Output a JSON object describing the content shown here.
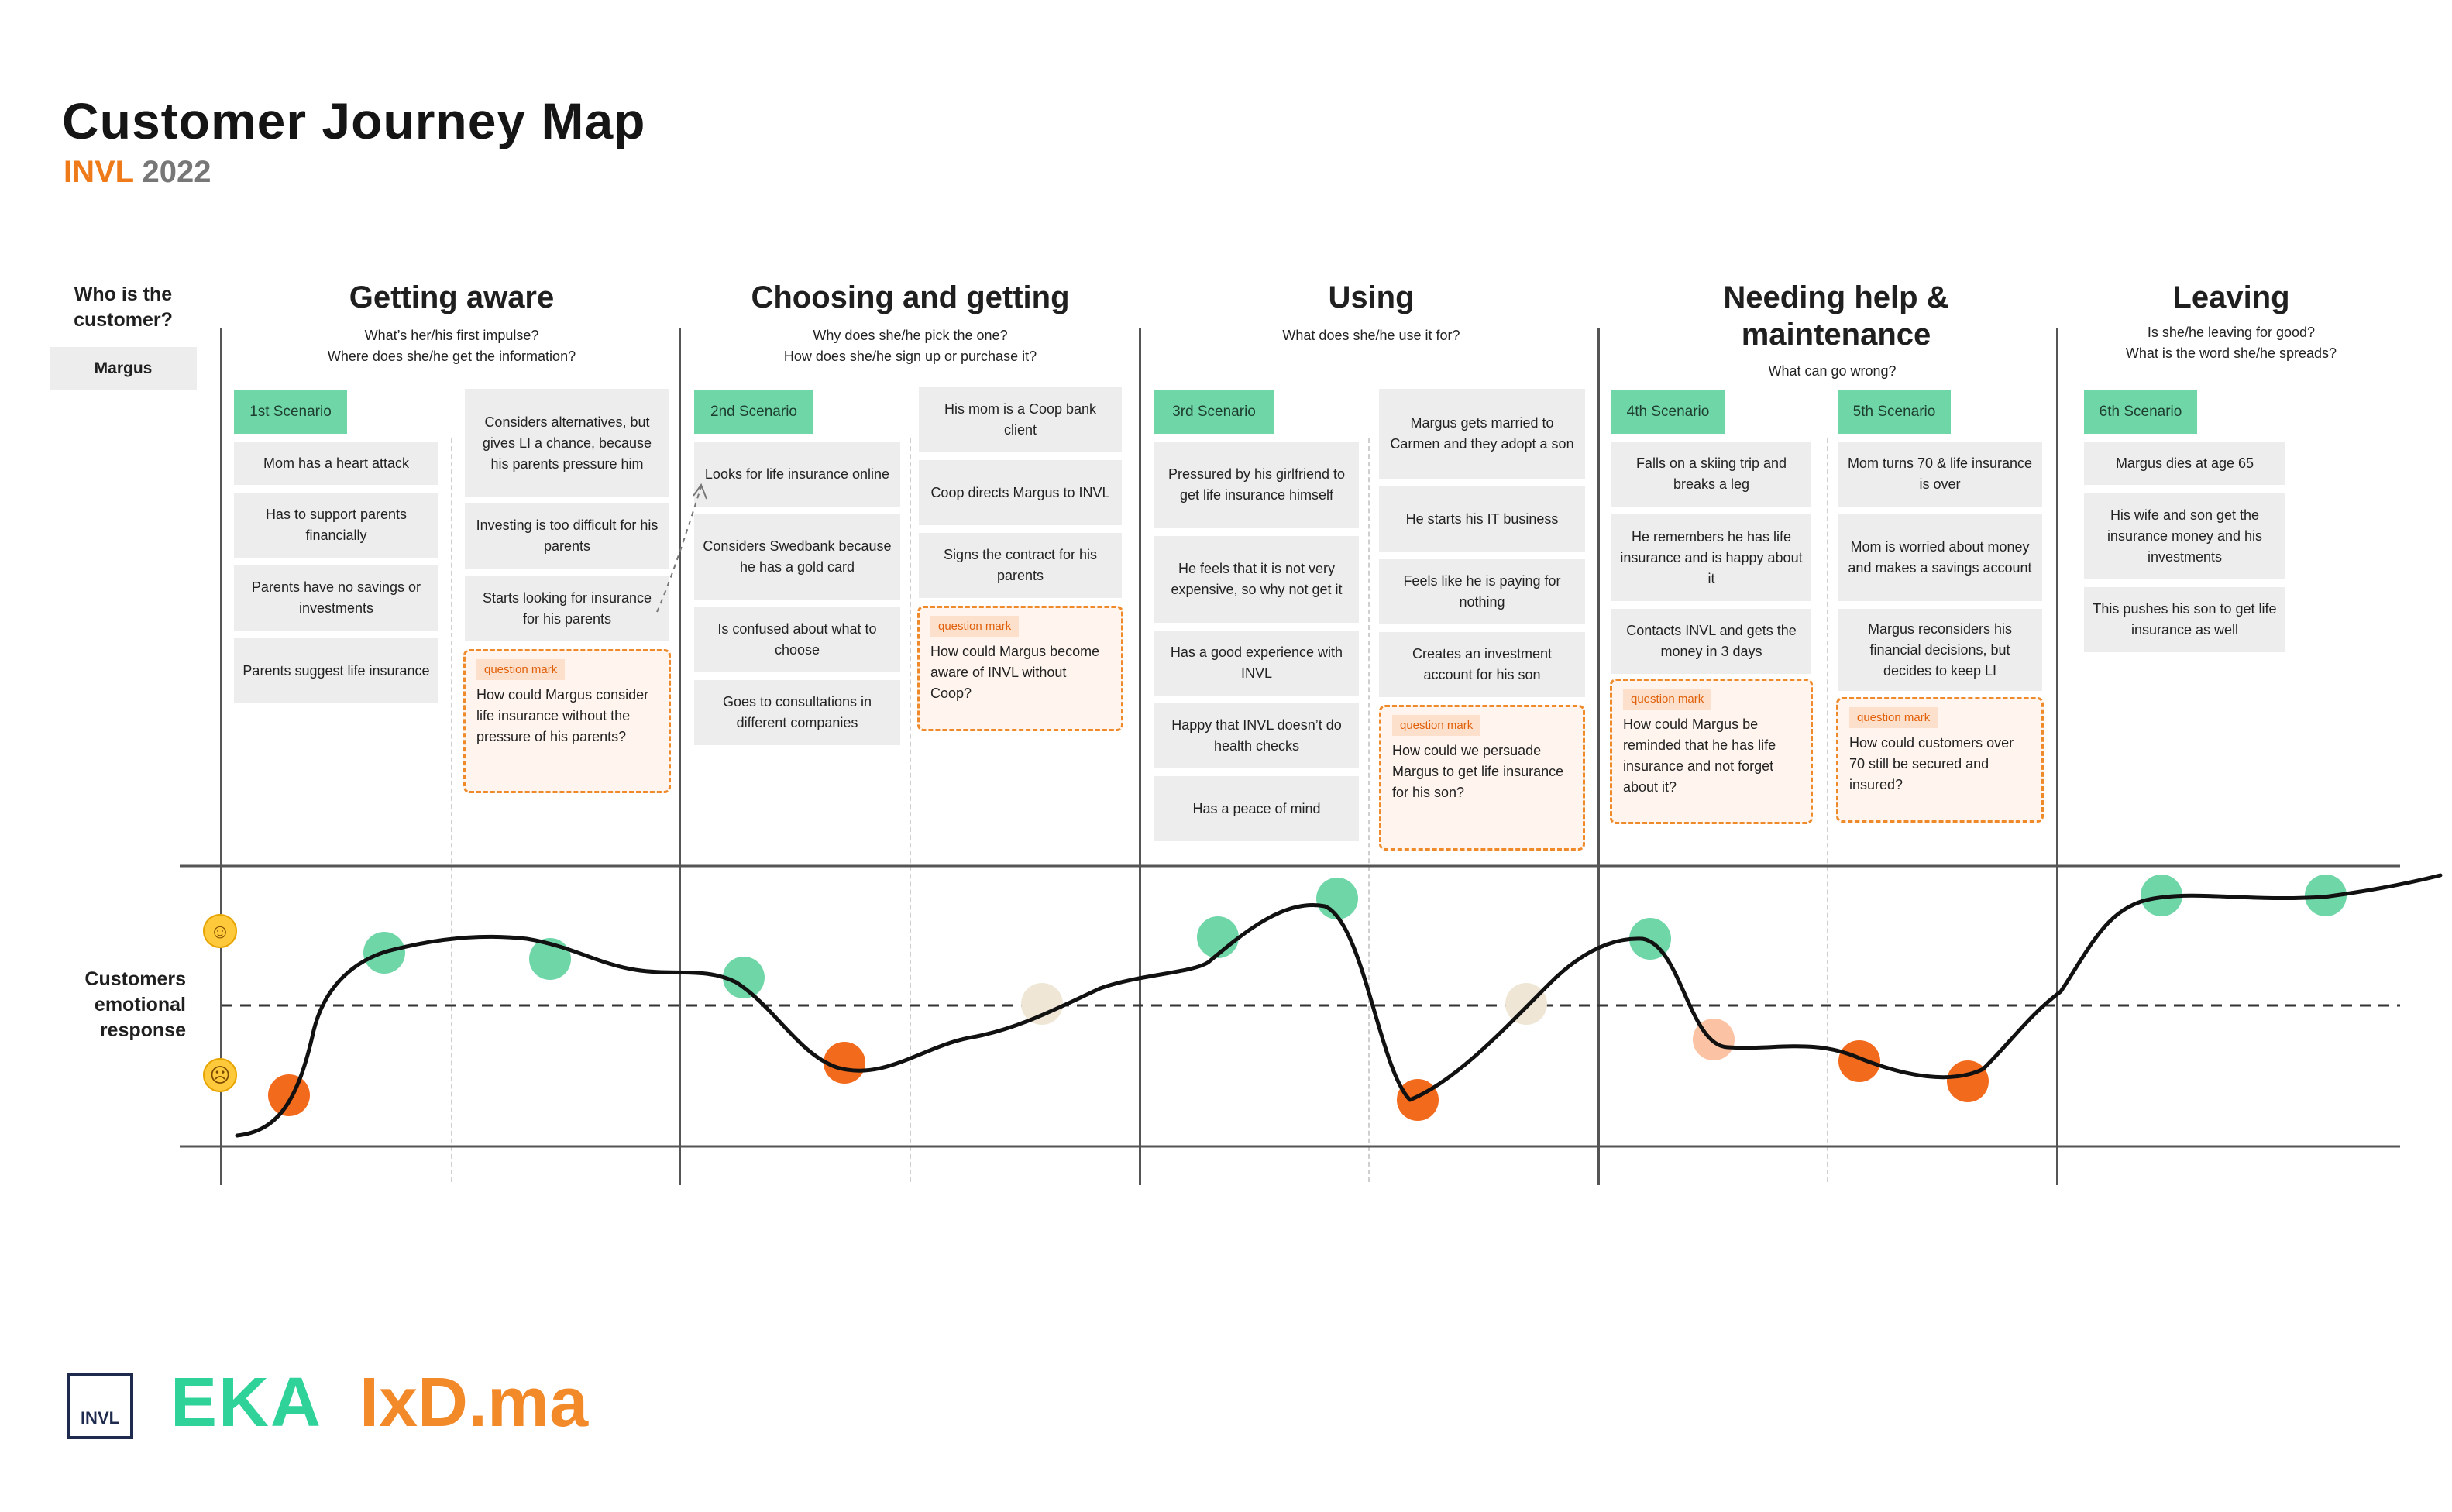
{
  "header": {
    "title": "Customer Journey Map",
    "brand": "INVL",
    "year": "2022"
  },
  "who": {
    "label": "Who is the customer?",
    "name": "Margus"
  },
  "emotion_label": "Customers emotional response",
  "stages": [
    {
      "title": "Getting aware",
      "questions": "What’s her/his first impulse?\nWhere does she/he get the information?"
    },
    {
      "title": "Choosing and getting",
      "questions": "Why does she/he pick the one?\nHow does she/he sign up or purchase it?"
    },
    {
      "title": "Using",
      "questions": "What does she/he use it for?"
    },
    {
      "title": "Needing help & maintenance",
      "questions": "What can go wrong?"
    },
    {
      "title": "Leaving",
      "questions": "Is she/he leaving for good?\nWhat is the word she/he spreads?"
    }
  ],
  "scenarios": [
    {
      "tag": "1st Scenario"
    },
    {
      "tag": "2nd Scenario"
    },
    {
      "tag": "3rd Scenario"
    },
    {
      "tag": "4th Scenario"
    },
    {
      "tag": "5th Scenario"
    },
    {
      "tag": "6th Scenario"
    }
  ],
  "columns": [
    {
      "cards": [
        "Mom has a heart attack",
        "Has to support parents financially",
        "Parents have no savings or investments",
        "Parents suggest life insurance"
      ]
    },
    {
      "cards": [
        "Considers alternatives, but gives LI a chance, because his parents pressure him",
        "Investing is too difficult for his parents",
        "Starts looking for insurance for his parents"
      ],
      "question": {
        "tag": "question mark",
        "text": "How could Margus consider life insurance without the pressure of his parents?"
      }
    },
    {
      "cards": [
        "Looks for life insurance online",
        "Considers Swedbank because he has a gold card",
        "Is confused about what to choose",
        "Goes to consultations in different companies"
      ]
    },
    {
      "cards": [
        "His mom is a Coop bank client",
        "Coop directs Margus to INVL",
        "Signs the contract for his parents"
      ],
      "question": {
        "tag": "question mark",
        "text": "How could Margus become aware of INVL without Coop?"
      }
    },
    {
      "cards": [
        "Pressured by his girlfriend to get life insurance himself",
        "He feels that it is not very expensive, so why not get it",
        "Has a good experience with INVL",
        "Happy that INVL doesn’t do health checks",
        "Has a peace of mind"
      ]
    },
    {
      "cards": [
        "Margus gets married to Carmen and they adopt a son",
        "He starts his IT business",
        "Feels like he is paying for nothing",
        "Creates an investment account for his son"
      ],
      "question": {
        "tag": "question mark",
        "text": "How could we persuade Margus to get life insurance for his son?"
      }
    },
    {
      "cards": [
        "Falls on a skiing trip and breaks a leg",
        "He remembers he has life insurance and is happy about it",
        "Contacts INVL and gets the money in 3 days"
      ],
      "question": {
        "tag": "question mark",
        "text": "How could Margus be reminded that he has life insurance and not forget about it?"
      }
    },
    {
      "cards": [
        "Mom turns 70 & life insurance is over",
        "Mom is worried about money and makes a savings account",
        "Margus reconsiders his financial decisions, but decides to keep LI"
      ],
      "question": {
        "tag": "question mark",
        "text": "How could customers over 70 still be secured and insured?"
      }
    },
    {
      "cards": [
        "Margus dies at age 65",
        "His wife and son get the insurance money and his investments",
        "This pushes his son to get life insurance as well"
      ]
    }
  ],
  "emoji": {
    "happy": "happy-face",
    "sad": "sad-face"
  },
  "colors": {
    "accent": "#ee7a1a",
    "scenario": "#6fd6a8",
    "positive": "#6fd6a8",
    "negative": "#f26a1b",
    "neutral": "#efe6d6",
    "mild_negative": "#fbc2a4"
  },
  "emotion_points": [
    {
      "sentiment": "negative"
    },
    {
      "sentiment": "positive"
    },
    {
      "sentiment": "positive"
    },
    {
      "sentiment": "positive"
    },
    {
      "sentiment": "negative"
    },
    {
      "sentiment": "neutral"
    },
    {
      "sentiment": "positive"
    },
    {
      "sentiment": "positive"
    },
    {
      "sentiment": "negative"
    },
    {
      "sentiment": "neutral"
    },
    {
      "sentiment": "positive"
    },
    {
      "sentiment": "mild_negative"
    },
    {
      "sentiment": "negative"
    },
    {
      "sentiment": "negative"
    },
    {
      "sentiment": "positive"
    },
    {
      "sentiment": "positive"
    }
  ],
  "footer": {
    "invl_logo": "INVL",
    "eka_logo": "EKA",
    "ixd_logo": "IxD.ma"
  }
}
